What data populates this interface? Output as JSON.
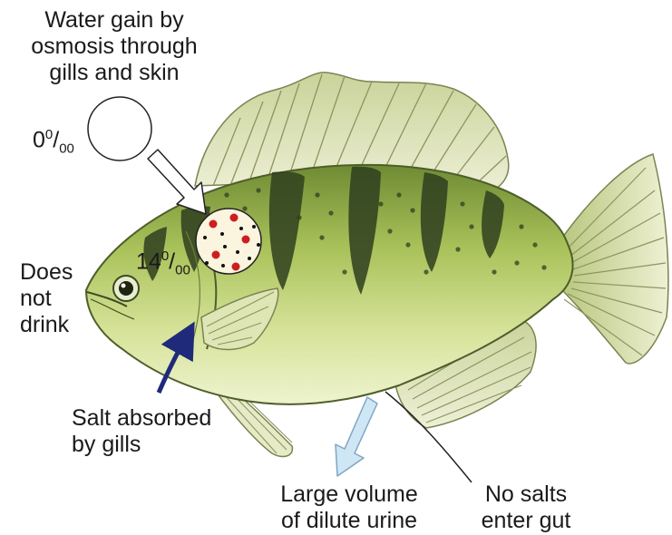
{
  "labels": {
    "water_gain": [
      "Water gain by",
      "osmosis through",
      "gills and skin"
    ],
    "does_not_drink": [
      "Does",
      "not",
      "drink"
    ],
    "salt_absorbed": [
      "Salt absorbed",
      "by gills"
    ],
    "urine": [
      "Large volume",
      "of dilute urine"
    ],
    "no_salts": [
      "No salts",
      "enter gut"
    ]
  },
  "concentrations": {
    "outside": {
      "base": "0",
      "sup": "0",
      "slash": "/",
      "sub": "00"
    },
    "inside": {
      "base": "14",
      "sup": "0",
      "slash": "/",
      "sub": "00"
    }
  },
  "colors": {
    "fish_body": "#a9c25a",
    "fish_belly": "#e3ecb4",
    "stripes": "#2f3f1f",
    "fin": "#dfe5bf",
    "salt_arrow": "#1f2a7a",
    "urine_arrow": "#cfe6f5",
    "salt_dots": "#cc1f1f"
  }
}
